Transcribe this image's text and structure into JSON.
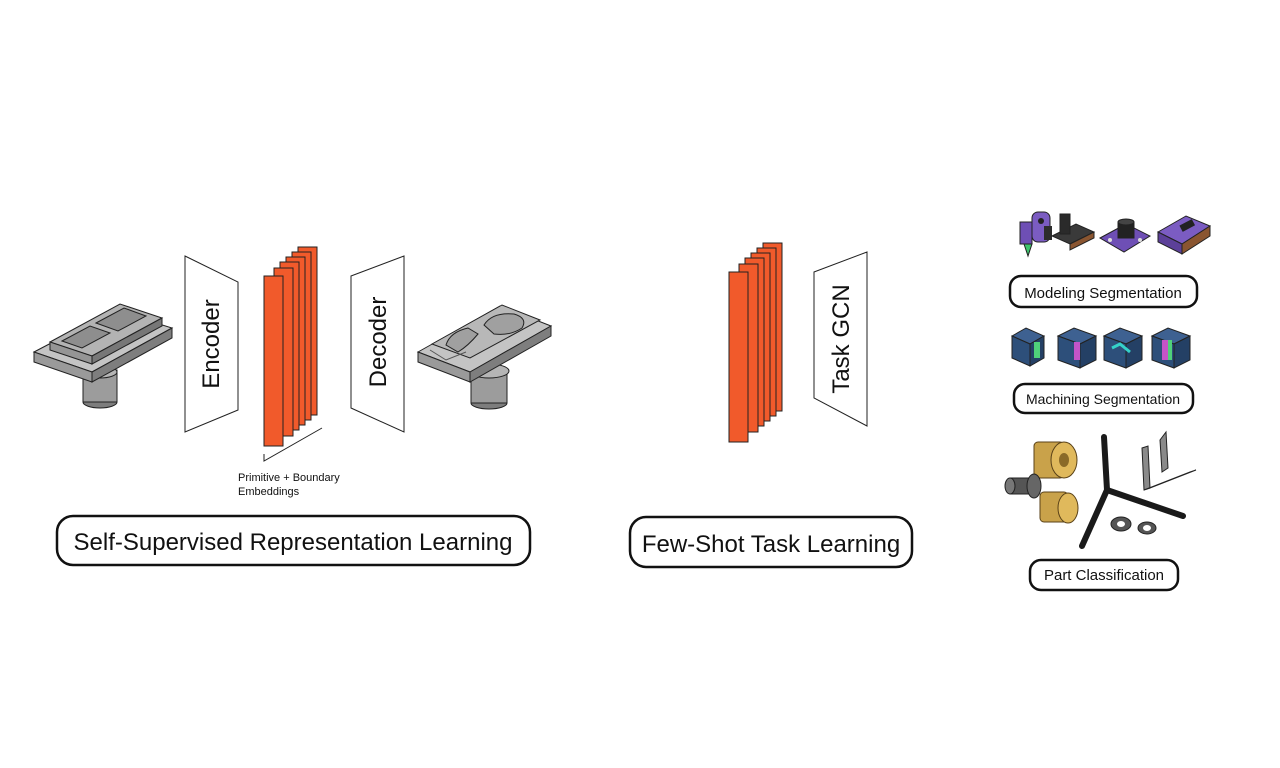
{
  "pretraining": {
    "encoder_label": "Encoder",
    "decoder_label": "Decoder",
    "embeddings_caption_line1": "Primitive + Boundary",
    "embeddings_caption_line2": "Embeddings",
    "section_label": "Self-Supervised Representation Learning"
  },
  "few_shot": {
    "task_label": "Task GCN",
    "section_label": "Few-Shot Task Learning"
  },
  "tasks": {
    "modeling_segmentation": "Modeling Segmentation",
    "machining_segmentation": "Machining Segmentation",
    "part_classification": "Part Classification"
  },
  "colors": {
    "embedding_fill": "#f15a2b",
    "outline": "#111111",
    "model_gray": "#9a9a9a",
    "purple": "#6e4fb5",
    "navy": "#2d4f7a",
    "brass": "#c9a24a"
  }
}
